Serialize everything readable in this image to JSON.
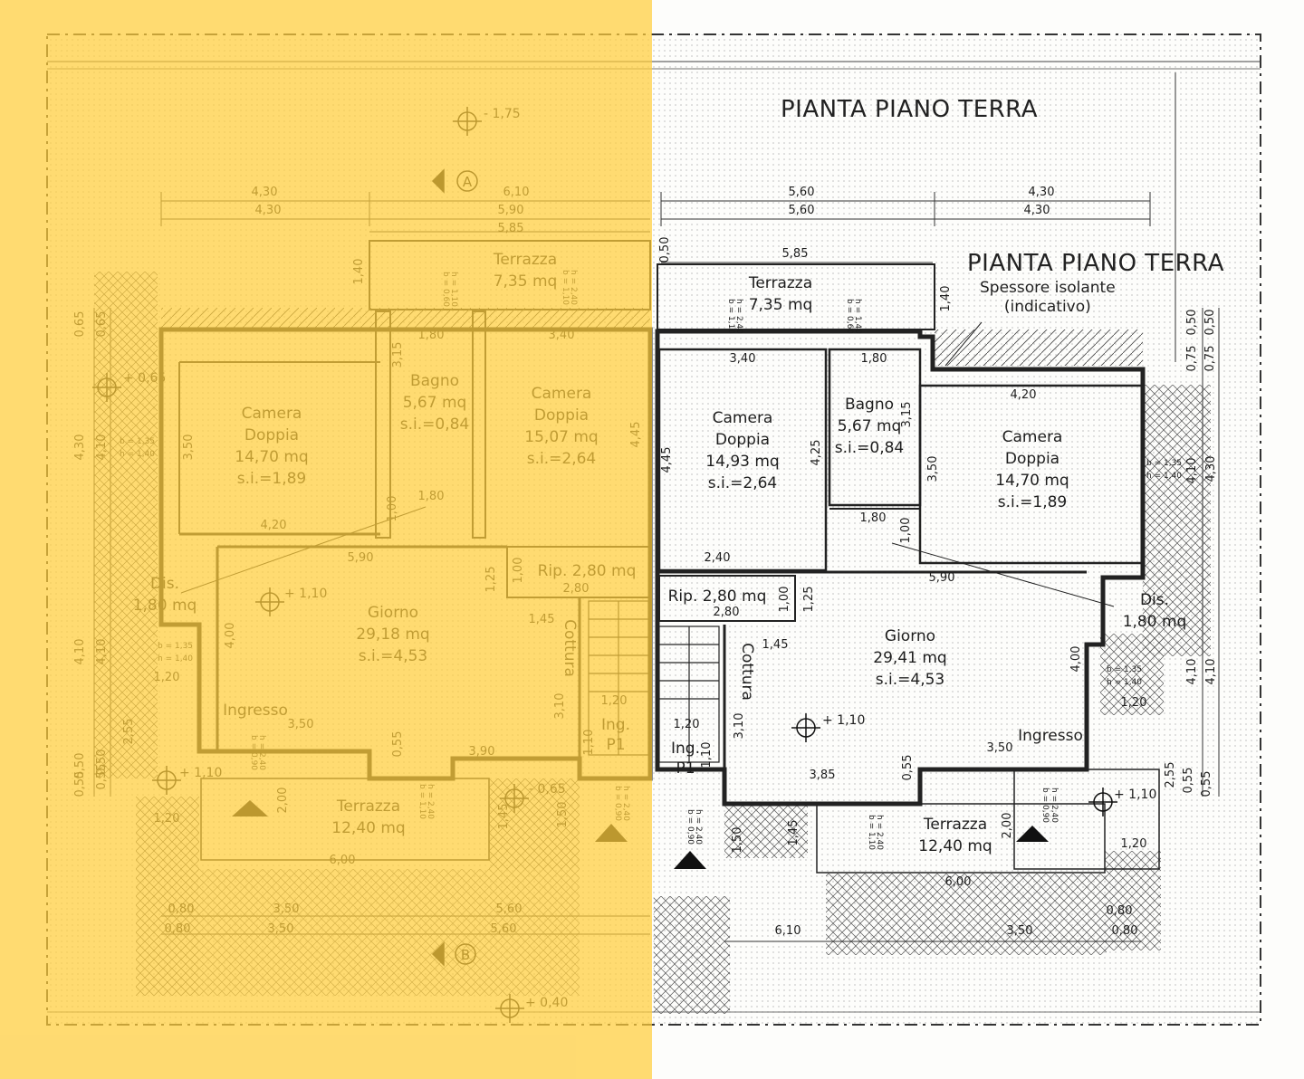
{
  "titles": {
    "main": "PIANTA PIANO TERRA",
    "second": "PIANTA PIANO TERRA"
  },
  "insulation_note": {
    "line1": "Spessore isolante",
    "line2": "(indicativo)"
  },
  "section_marks": {
    "top": "A",
    "bottom": "B"
  },
  "right_plan": {
    "rooms": [
      {
        "id": "terrazza-nord",
        "lines": [
          "Terrazza",
          "7,35 mq"
        ]
      },
      {
        "id": "camera-1",
        "lines": [
          "Camera",
          "Doppia",
          "14,93 mq",
          "s.i.=2,64"
        ]
      },
      {
        "id": "bagno",
        "lines": [
          "Bagno",
          "5,67 mq",
          "s.i.=0,84"
        ]
      },
      {
        "id": "camera-2",
        "lines": [
          "Camera",
          "Doppia",
          "14,70 mq",
          "s.i.=1,89"
        ]
      },
      {
        "id": "ripostiglio",
        "lines": [
          "Rip. 2,80 mq"
        ]
      },
      {
        "id": "disimpegno",
        "lines": [
          "Dis.",
          "1,80 mq"
        ]
      },
      {
        "id": "giorno",
        "lines": [
          "Giorno",
          "29,41 mq",
          "s.i.=4,53"
        ]
      },
      {
        "id": "cottura",
        "lines": [
          "Cottura"
        ]
      },
      {
        "id": "ingresso",
        "lines": [
          "Ingresso"
        ]
      },
      {
        "id": "ingresso-p1",
        "lines": [
          "Ing.",
          "P1"
        ]
      },
      {
        "id": "terrazza-sud",
        "lines": [
          "Terrazza",
          "12,40 mq"
        ]
      }
    ],
    "dimensions": [
      "5,60",
      "5,60",
      "4,30",
      "4,30",
      "5,85",
      "0,50",
      "1,40",
      "3,40",
      "1,80",
      "4,20",
      "3,15",
      "4,45",
      "4,25",
      "3,50",
      "4,10",
      "4,30",
      "1,80",
      "1,00",
      "2,40",
      "5,90",
      "1,00",
      "1,25",
      "2,80",
      "1,45",
      "4,00",
      "3,10",
      "1,20",
      "1,10",
      "3,50",
      "3,85",
      "0,55",
      "2,00",
      "1,20",
      "1,20",
      "1,50",
      "1,45",
      "6,00",
      "6,10",
      "3,50",
      "0,80",
      "0,80",
      "2,55",
      "0,55",
      "0,55",
      "4,10",
      "4,10",
      "0,75",
      "0,75",
      "0,50",
      "0,50"
    ],
    "openings": [
      "b = 1,10",
      "h = 2,40",
      "b = 0,60",
      "h = 1,40",
      "b = 1,35",
      "h = 1,40",
      "b = 1,35",
      "h = 1,40",
      "b = 0,90",
      "h = 2,40",
      "b = 1,10",
      "h = 2,40",
      "b = 0,90",
      "h = 2,40"
    ],
    "levels": [
      "+ 1,10",
      "+ 1,10"
    ]
  },
  "left_plan": {
    "rooms": [
      {
        "id": "terrazza-nord",
        "lines": [
          "Terrazza",
          "7,35 mq"
        ]
      },
      {
        "id": "camera-1",
        "lines": [
          "Camera",
          "Doppia",
          "14,70 mq",
          "s.i.=1,89"
        ]
      },
      {
        "id": "bagno",
        "lines": [
          "Bagno",
          "5,67 mq",
          "s.i.=0,84"
        ]
      },
      {
        "id": "camera-2",
        "lines": [
          "Camera",
          "Doppia",
          "15,07 mq",
          "s.i.=2,64"
        ]
      },
      {
        "id": "ripostiglio",
        "lines": [
          "Rip. 2,80 mq"
        ]
      },
      {
        "id": "disimpegno",
        "lines": [
          "Dis.",
          "1,80 mq"
        ]
      },
      {
        "id": "giorno",
        "lines": [
          "Giorno",
          "29,18 mq",
          "s.i.=4,53"
        ]
      },
      {
        "id": "cottura",
        "lines": [
          "Cottura"
        ]
      },
      {
        "id": "ingresso",
        "lines": [
          "Ingresso"
        ]
      },
      {
        "id": "ingresso-p1",
        "lines": [
          "Ing.",
          "P1"
        ]
      },
      {
        "id": "terrazza-sud",
        "lines": [
          "Terrazza",
          "12,40 mq"
        ]
      }
    ],
    "dimensions": [
      "4,30",
      "4,30",
      "6,10",
      "5,90",
      "5,85",
      "1,40",
      "1,80",
      "3,40",
      "3,15",
      "3,50",
      "4,45",
      "4,30",
      "4,10",
      "1,80",
      "1,00",
      "4,20",
      "5,90",
      "1,25",
      "1,00",
      "2,80",
      "1,45",
      "4,00",
      "4,10",
      "4,10",
      "1,20",
      "3,10",
      "1,20",
      "3,50",
      "3,90",
      "0,55",
      "2,00",
      "1,10",
      "2,55",
      "0,55",
      "0,50",
      "0,55",
      "0,50",
      "1,20",
      "6,00",
      "1,45",
      "1,50",
      "0,80",
      "0,80",
      "3,50",
      "3,50",
      "5,60",
      "5,60",
      "0,65",
      "0,65"
    ],
    "openings": [
      "b = 0,60",
      "h = 1,10",
      "b = 1,10",
      "h = 2,40",
      "b = 1,35",
      "h = 1,40",
      "b = 1,35",
      "h = 1,40",
      "b = 0,90",
      "h = 2,40",
      "b = 1,10",
      "h = 2,40",
      "b = 0,90",
      "h = 2,40"
    ],
    "levels": [
      "- 1,75",
      "+ 0,65",
      "+ 1,10",
      "+ 1,10",
      "- 0,65",
      "+ 0,40"
    ]
  },
  "colors": {
    "ink": "#1e1e1e",
    "overlay": "#ffcd3c",
    "paper": "#fdfdfb",
    "hatch": "#555555"
  }
}
